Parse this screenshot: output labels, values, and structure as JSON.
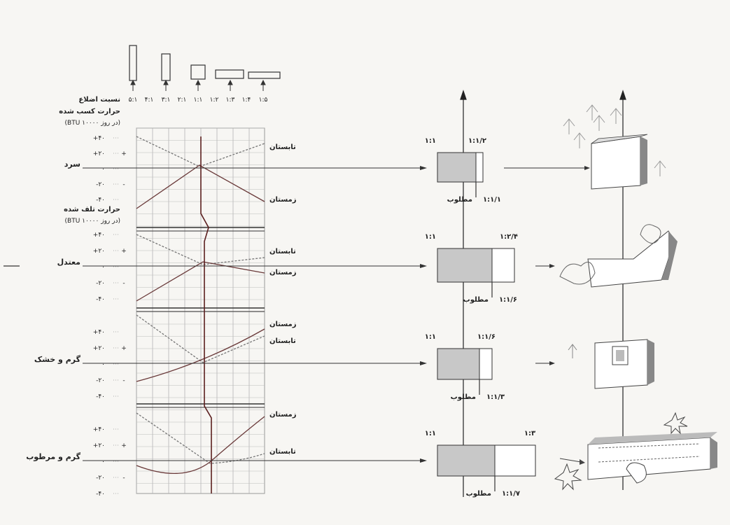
{
  "top_header": {
    "aspect_ratio_label": "نسبت اضلاع",
    "ratios": [
      "۵:۱",
      "۴:۱",
      "۳:۱",
      "۲:۱",
      "۱:۱",
      "۱:۲",
      "۱:۳",
      "۱:۴",
      "۱:۵"
    ]
  },
  "axis_labels": {
    "heat_gained": "حرارت کسب شده",
    "heat_lost": "حرارت تلف شده",
    "units": "(BTU ۱۰۰۰۰ در روز)"
  },
  "y_ticks": [
    "+۴۰",
    "+۲۰",
    "۰",
    "-۲۰",
    "-۴۰"
  ],
  "plus_sign": "+",
  "minus_sign": "-",
  "climates": [
    {
      "name": "سرد",
      "summer": "تابستان",
      "winter": "زمستان",
      "box_left": "۱:۱",
      "box_right": "۱:۱/۲",
      "optimal": "مطلوب",
      "optimal_ratio": "۱:۱/۱"
    },
    {
      "name": "معتدل",
      "summer": "تابستان",
      "winter": "زمستان",
      "box_left": "۱:۱",
      "box_right": "۱:۲/۴",
      "optimal": "مطلوب",
      "optimal_ratio": "۱:۱/۶"
    },
    {
      "name": "گرم و خشک",
      "summer": "تابستان",
      "winter": "زمستان",
      "box_left": "۱:۱",
      "box_right": "۱:۱/۶",
      "optimal": "مطلوب",
      "optimal_ratio": "۱:۱/۳"
    },
    {
      "name": "گرم و مرطوب",
      "summer": "تابستان",
      "winter": "زمستان",
      "box_left": "۱:۱",
      "box_right": "۱:۳",
      "optimal": "مطلوب",
      "optimal_ratio": "۱:۱/۷"
    }
  ]
}
